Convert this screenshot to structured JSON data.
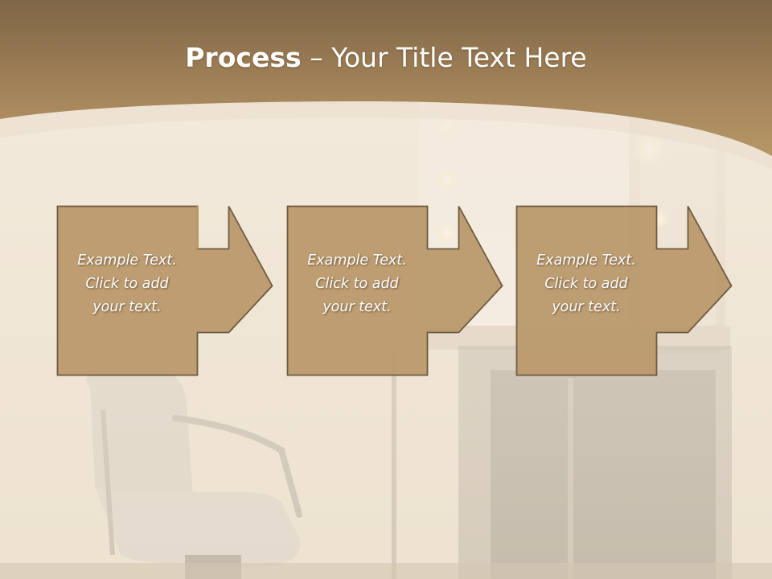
{
  "slide": {
    "title_bold": "Process",
    "title_rest": " – Your Title Text Here"
  },
  "colors": {
    "banner": "#9c7c52",
    "step_fill": "#b9996c",
    "step_border": "#6e5a40",
    "text": "#ffffff"
  },
  "steps": [
    {
      "lines": [
        "Example Text.",
        "Click  to add",
        "your text."
      ]
    },
    {
      "lines": [
        "Example Text.",
        "Click  to add",
        "your text."
      ]
    },
    {
      "lines": [
        "Example Text.",
        "Click  to add",
        "your text."
      ]
    }
  ]
}
